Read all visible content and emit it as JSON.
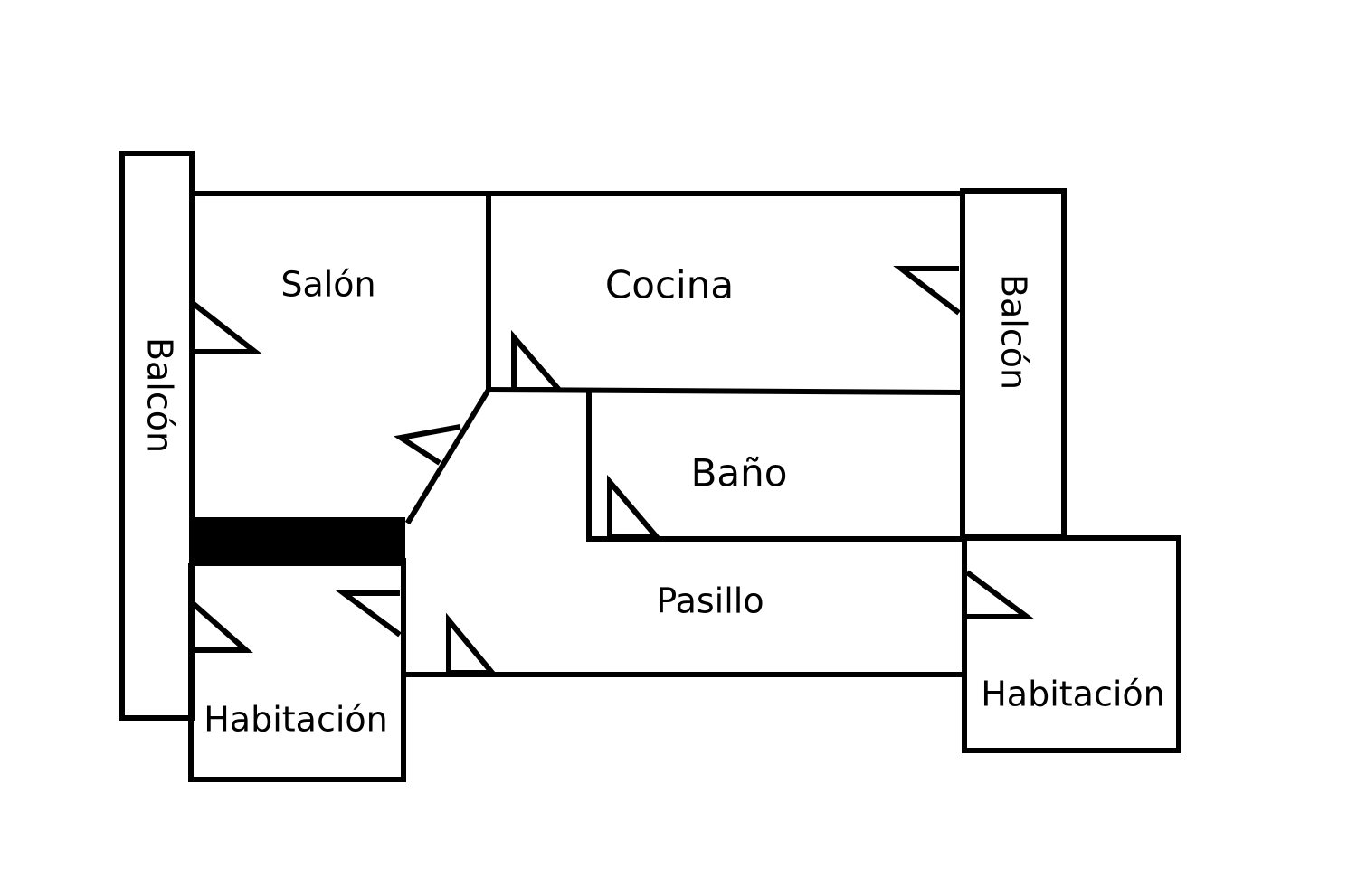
{
  "rooms": {
    "balcon_left": "Balcón",
    "salon": "Salón",
    "cocina": "Cocina",
    "balcon_right": "Balcón",
    "bano": "Baño",
    "pasillo": "Pasillo",
    "habitacion_left": "Habitación",
    "habitacion_right": "Habitación"
  },
  "colors": {
    "wall": "#000000",
    "background": "#ffffff"
  }
}
